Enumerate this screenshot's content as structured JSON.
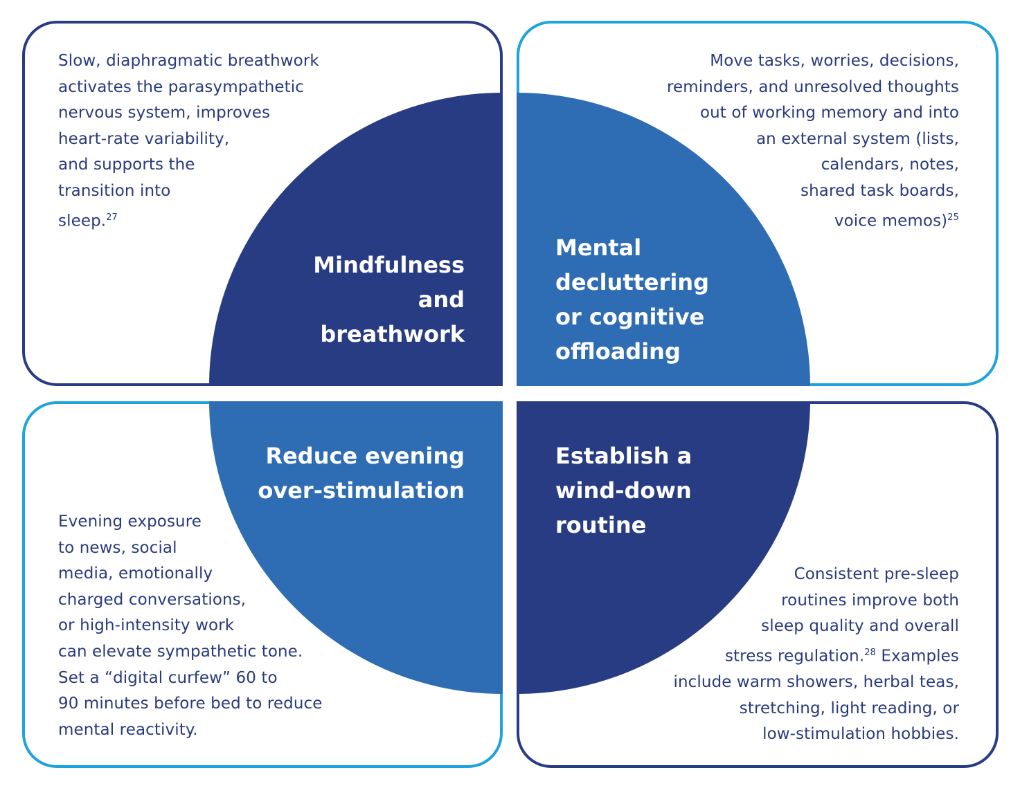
{
  "colors": {
    "dark_navy": "#283c84",
    "medium_blue": "#2e6db4",
    "light_cyan_border": "#1ea3dc",
    "body_text": "#2a3a7c",
    "title_text": "#ffffff"
  },
  "quadrants": [
    {
      "position": "top-left",
      "title": "Mindfulness\nand\nbreathwork",
      "body": "Slow, diaphragmatic breathwork\nactivates the parasympathetic\nnervous system, improves\nheart-rate variability,\nand supports the\ntransition into\nsleep.",
      "citation": "27"
    },
    {
      "position": "top-right",
      "title": "Mental\ndecluttering\nor cognitive\noffloading",
      "body": "Move tasks, worries, decisions,\nreminders, and unresolved thoughts\nout of working memory and into\nan external system (lists,\ncalendars, notes,\nshared task boards,\nvoice memos)",
      "citation": "25"
    },
    {
      "position": "bottom-left",
      "title": "Reduce evening\nover-stimulation",
      "body": "Evening exposure\nto news, social\nmedia, emotionally\ncharged conversations,\nor high-intensity work\ncan elevate sympathetic tone.\nSet a “digital curfew” 60 to\n90 minutes before bed to reduce\nmental reactivity.",
      "citation": ""
    },
    {
      "position": "bottom-right",
      "title": "Establish a\nwind-down\nroutine",
      "body_before": "Consistent pre-sleep\nroutines improve both\nsleep  quality and overall\nstress regulation.",
      "citation": "28",
      "body_after": "  Examples\ninclude warm showers, herbal teas,\nstretching, light reading, or\nlow-stimulation hobbies."
    }
  ]
}
